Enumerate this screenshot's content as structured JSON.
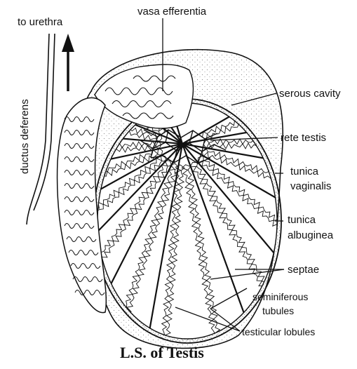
{
  "labels": {
    "to_urethra": "to urethra",
    "vasa_efferentia": "vasa efferentia",
    "ductus_deferens": "ductus deferens",
    "serous_cavity": "serous cavity",
    "rete_testis": "rete testis",
    "tunica_vaginalis_1": "tunica",
    "tunica_vaginalis_2": "vaginalis",
    "tunica_albuginea_1": "tunica",
    "tunica_albuginea_2": "albuginea",
    "septae": "septae",
    "seminiferous_1": "seminiferous",
    "seminiferous_2": "tubules",
    "testicular_lobules": "testicular lobules"
  },
  "caption": "L.S. of Testis",
  "colors": {
    "ink": "#111111",
    "stipple": "#9a9a9a"
  }
}
